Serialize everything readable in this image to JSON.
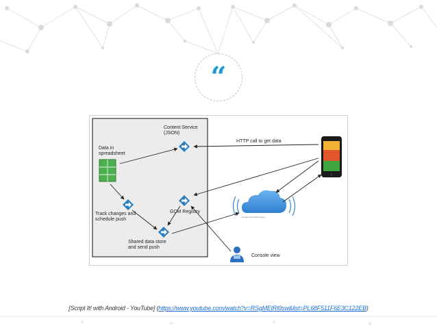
{
  "slide": {
    "quote_mark": "“"
  },
  "diagram": {
    "labels": {
      "data_in_spreadsheet": "Data in\nspreadsheet",
      "content_service": "Content Service\n(JSON)",
      "http_call": "HTTP call to get data",
      "track_changes": "Track changes and\nschedule push",
      "gcm_registry": "GCM Registry",
      "shared_data_store": "Shared data store\nand send push",
      "console_view": "Console view",
      "cloud_brand": "Google Cloud Messaging"
    }
  },
  "caption": {
    "prefix": "[Script It! with Android - YouTube] (",
    "link": "https://www.youtube.com/watch?v=RSgMEtRl0sw&list=PL68F511F6E3C122EB",
    "suffix": ")"
  },
  "colors": {
    "accent_blue": "#1b9ad6",
    "spreadsheet_green": "#4caf50",
    "arrow_blue": "#2a7fc1",
    "cloud_blue": "#3d8ed8"
  }
}
